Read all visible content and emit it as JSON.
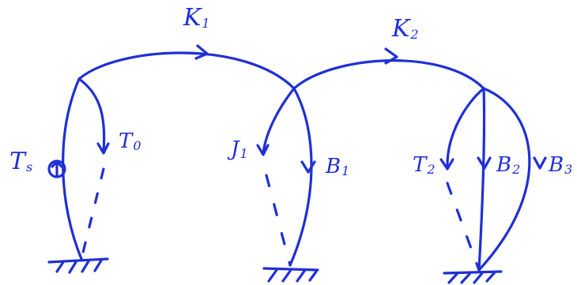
{
  "colors": {
    "ink": "#1f2fd6",
    "background": "#ffffff"
  },
  "labels": {
    "k1": {
      "main": "K",
      "sub": "1"
    },
    "k2": {
      "main": "K",
      "sub": "2"
    },
    "ts": {
      "main": "T",
      "sub": "s"
    },
    "t0": {
      "main": "T",
      "sub": "0"
    },
    "j1": {
      "main": "J",
      "sub": "1"
    },
    "b1": {
      "main": "B",
      "sub": "1"
    },
    "t2": {
      "main": "T",
      "sub": "2"
    },
    "b2": {
      "main": "B",
      "sub": "2"
    },
    "b3": {
      "main": "B",
      "sub": "3"
    }
  },
  "icons": {
    "source_symbol": "circle-with-up-arrow",
    "ground_symbol": "hatched-ground"
  }
}
